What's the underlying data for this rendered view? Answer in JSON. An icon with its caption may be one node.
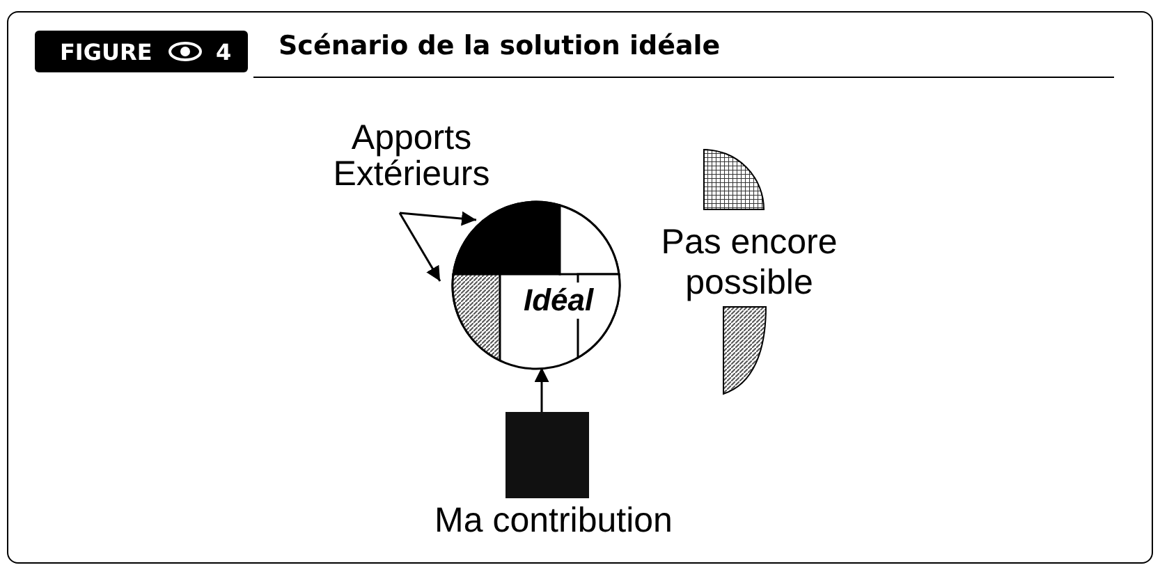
{
  "diagram": {
    "title": "Scénario de la solution idéale",
    "nodes": [
      {
        "text": [
          "Apports Extérieurs"
        ]
      },
      {
        "text": [
          "Idéal"
        ]
      },
      {
        "text": [],
        "shape": "sector",
        "in": 1
      },
      {
        "text": [],
        "shape": "sector",
        "in": 1
      },
      {
        "text": [],
        "shape": "sector",
        "in": 1
      },
      {
        "text": [],
        "shape": "sector",
        "in": 1
      },
      {
        "text": [],
        "shape": "sector"
      },
      {
        "text": [],
        "shape": "sector"
      },
      {
        "text": [],
        "shape": "box",
        "beside": [
          "Ma contribution"
        ]
      }
    ],
    "edges": [
      {
        "from": 0,
        "to": 2,
        "arrow": "to"
      },
      {
        "from": 0,
        "to": 3,
        "arrow": "to"
      },
      {
        "from": 8,
        "to": 1,
        "arrow": "to"
      }
    ],
    "labels": [
      "FIGURE",
      "4",
      "Pas encore possible"
    ]
  }
}
